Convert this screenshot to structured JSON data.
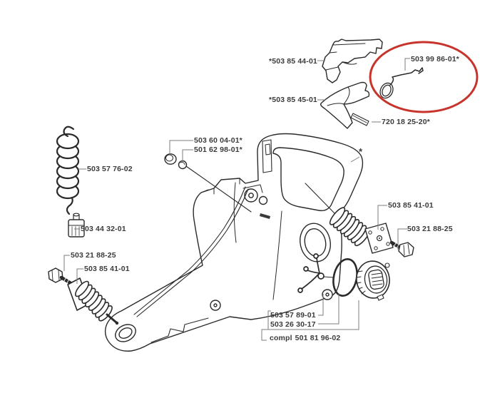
{
  "diagram": {
    "type": "exploded-parts-diagram",
    "subject": "chainsaw fuel tank and rear handle assembly",
    "background_color": "#ffffff",
    "line_color": "#2a2a2a",
    "label_color": "#3b3b3b",
    "highlight_color": "#c8342c",
    "labels": [
      {
        "id": "trigger-lockout",
        "text": "*503 85 44-01"
      },
      {
        "id": "throttle-wire",
        "text": "503 99 86-01*",
        "highlighted": true
      },
      {
        "id": "throttle-trigger",
        "text": "*503 85 45-01"
      },
      {
        "id": "pin",
        "text": "720 18 25-20*"
      },
      {
        "id": "plug",
        "text": "503 60 04-01*"
      },
      {
        "id": "grommet",
        "text": "501 62 98-01*"
      },
      {
        "id": "fuel-hose",
        "text": "503 57 76-02"
      },
      {
        "id": "fuel-filter",
        "text": "503 44 32-01"
      },
      {
        "id": "screw-left",
        "text": "503 21 88-25"
      },
      {
        "id": "damper-left",
        "text": "503 85 41-01"
      },
      {
        "id": "damper-right",
        "text": "503 85 41-01"
      },
      {
        "id": "screw-right",
        "text": "503 21 88-25"
      },
      {
        "id": "cap-retainer",
        "text": "503 57 89-01"
      },
      {
        "id": "o-ring",
        "text": "503 26 30-17"
      },
      {
        "id": "fuel-cap-prefix",
        "text": "compl"
      },
      {
        "id": "fuel-cap",
        "text": "501 81 96-02"
      },
      {
        "id": "handle-footnote",
        "text": "*"
      }
    ]
  }
}
